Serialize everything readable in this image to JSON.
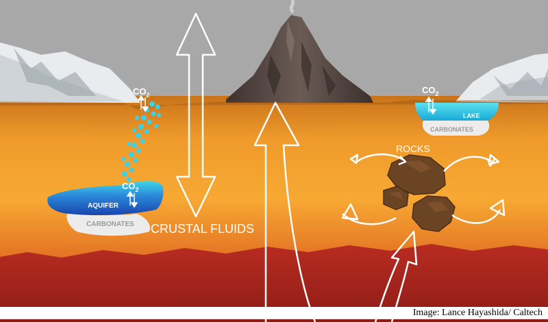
{
  "labels": {
    "co2_left": "CO",
    "co2_left_sub": "2",
    "co2_aquifer": "CO",
    "co2_aquifer_sub": "2",
    "co2_lake": "CO",
    "co2_lake_sub": "2",
    "aquifer": "AQUIFER",
    "carbonates_left": "CARBONATES",
    "lake": "LAKE",
    "carbonates_lake": "CARBONATES",
    "rocks": "ROCKS",
    "crustal_fluids": "CRUSTAL FLUIDS"
  },
  "credit": "Image: Lance Hayashida/ Caltech",
  "colors": {
    "sky": "#a9a9a9",
    "crust_top": "#d9861c",
    "crust_mid": "#f4a52e",
    "mantle": "#b3271f",
    "water": "#3fd0e6",
    "aquifer_blue": "#1f5fc6",
    "volcano": "#5a4a44",
    "rock": "#6b4424"
  },
  "icons": [
    "double-arrow-icon",
    "up-arrow-icon",
    "cycle-arrow-icon",
    "volcano-icon",
    "mountain-icon",
    "rock-icon"
  ]
}
